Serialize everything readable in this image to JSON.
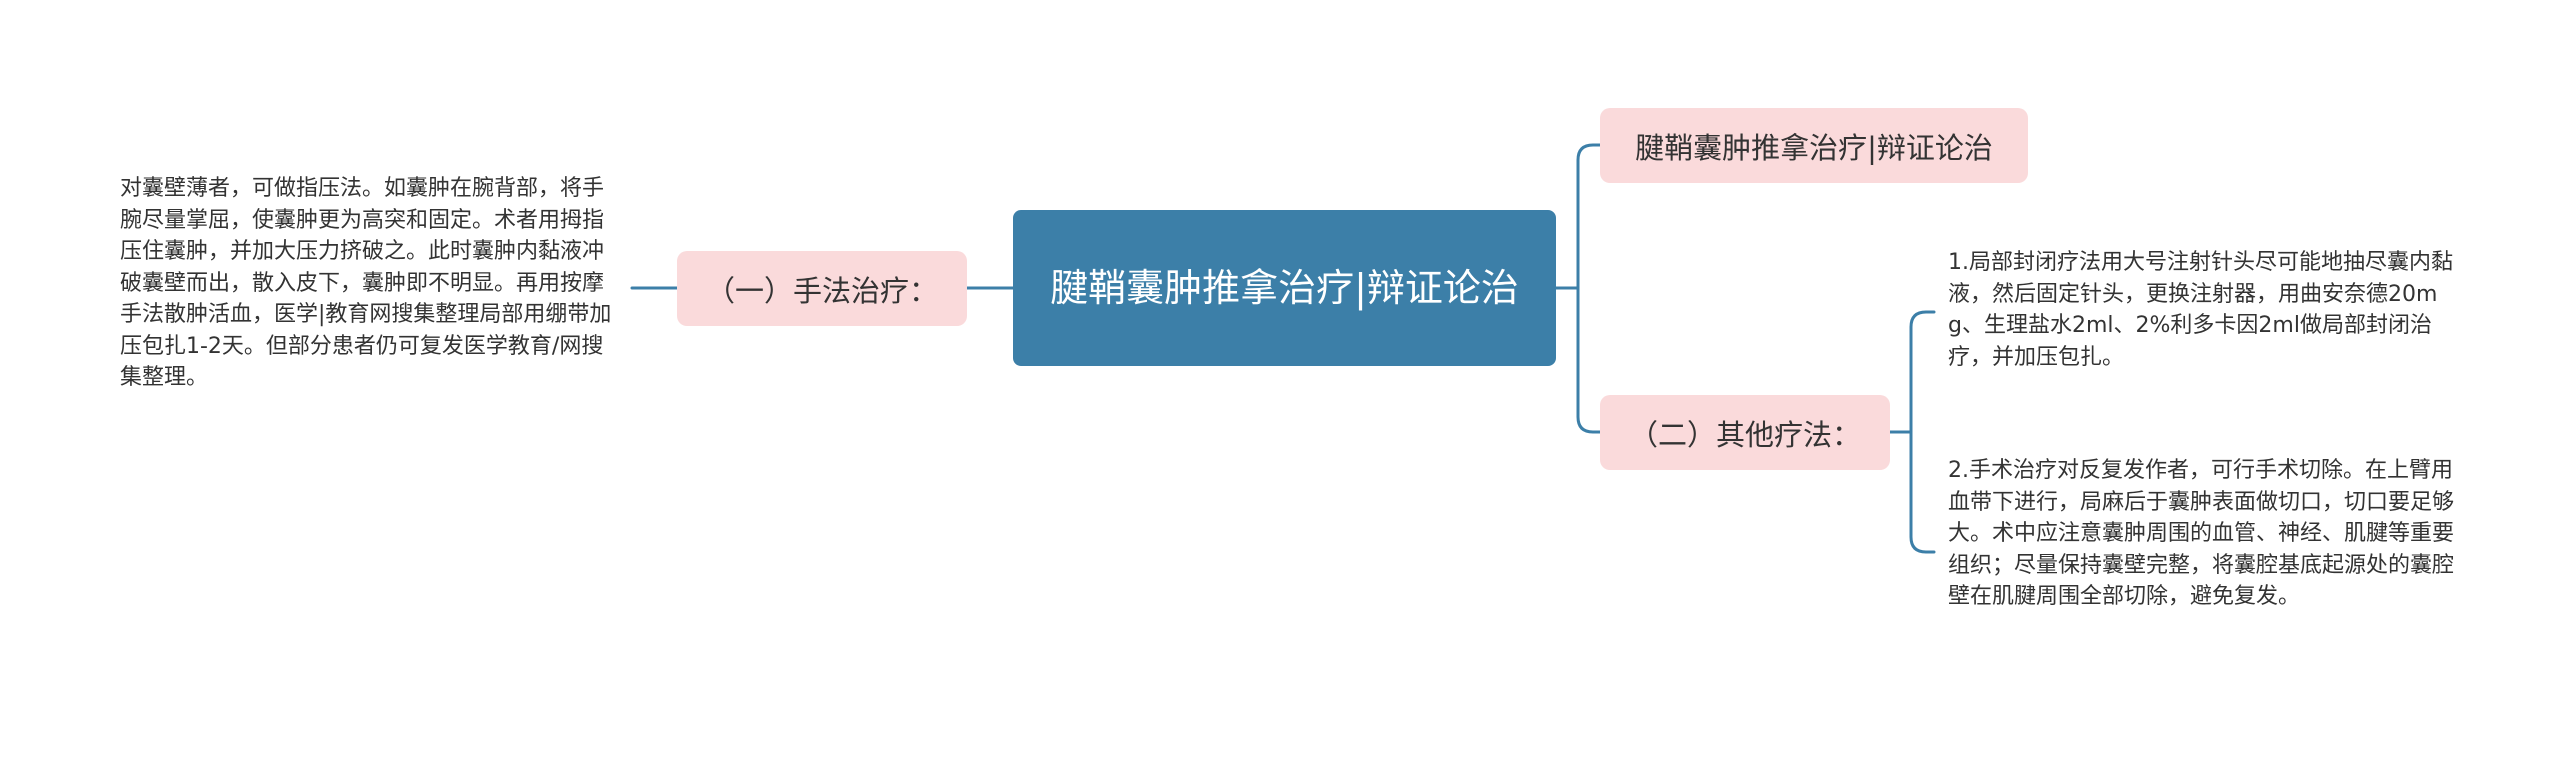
{
  "root": {
    "title": "腱鞘囊肿推拿治疗|辩证论治"
  },
  "branches": [
    {
      "label": "（一）手法治疗：",
      "leaves": [
        "对囊壁薄者，可做指压法。如囊肿在腕背部，将手腕尽量掌屈，使囊肿更为高突和固定。术者用拇指压住囊肿，并加大压力挤破之。此时囊肿内黏液冲破囊壁而出，散入皮下，囊肿即不明显。再用按摩手法散肿活血，医学|教育网搜集整理局部用绷带加压包扎1-2天。但部分患者仍可复发医学教育/网搜集整理。"
      ]
    },
    {
      "label": "腱鞘囊肿推拿治疗|辩证论治",
      "leaves": []
    },
    {
      "label": "（二）其他疗法：",
      "leaves": [
        "1.局部封闭疗法用大号注射针头尽可能地抽尽囊内黏液，然后固定针头，更换注射器，用曲安奈德20mg、生理盐水2ml、2%利多卡因2ml做局部封闭治疗，并加压包扎。",
        "2.手术治疗对反复发作者，可行手术切除。在上臂用血带下进行，局麻后于囊肿表面做切口，切口要足够大。术中应注意囊肿周围的血管、神经、肌腱等重要组织；尽量保持囊壁完整，将囊腔基底起源处的囊腔壁在肌腱周围全部切除，避免复发。"
      ]
    }
  ],
  "colors": {
    "root_fill": "#3c7fa8",
    "branch_fill": "#fadadb",
    "connector": "#3c7fa8",
    "text": "#333333"
  }
}
